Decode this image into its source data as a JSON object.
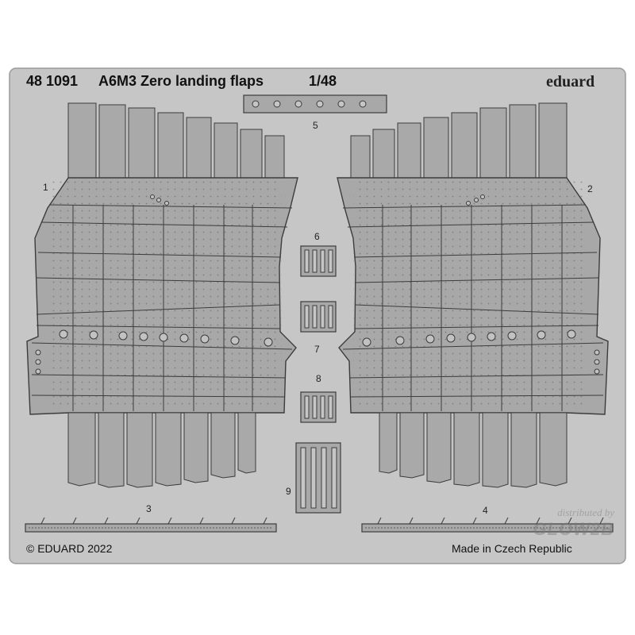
{
  "sheet": {
    "code": "48 1091",
    "name": "A6M3 Zero landing flaps",
    "scale": "1/48",
    "brand": "eduard",
    "copyright": "© EDUARD 2022",
    "origin": "Made in Czech Republic"
  },
  "part_numbers": [
    "1",
    "2",
    "3",
    "4",
    "5",
    "6",
    "7",
    "8",
    "9"
  ],
  "watermark": {
    "line1": "distributed by",
    "line2": "GLOW2B"
  },
  "colors": {
    "fret": "#c6c6c6",
    "part": "#a7a7a7",
    "outline": "#3c3c3c",
    "background": "#ffffff"
  }
}
